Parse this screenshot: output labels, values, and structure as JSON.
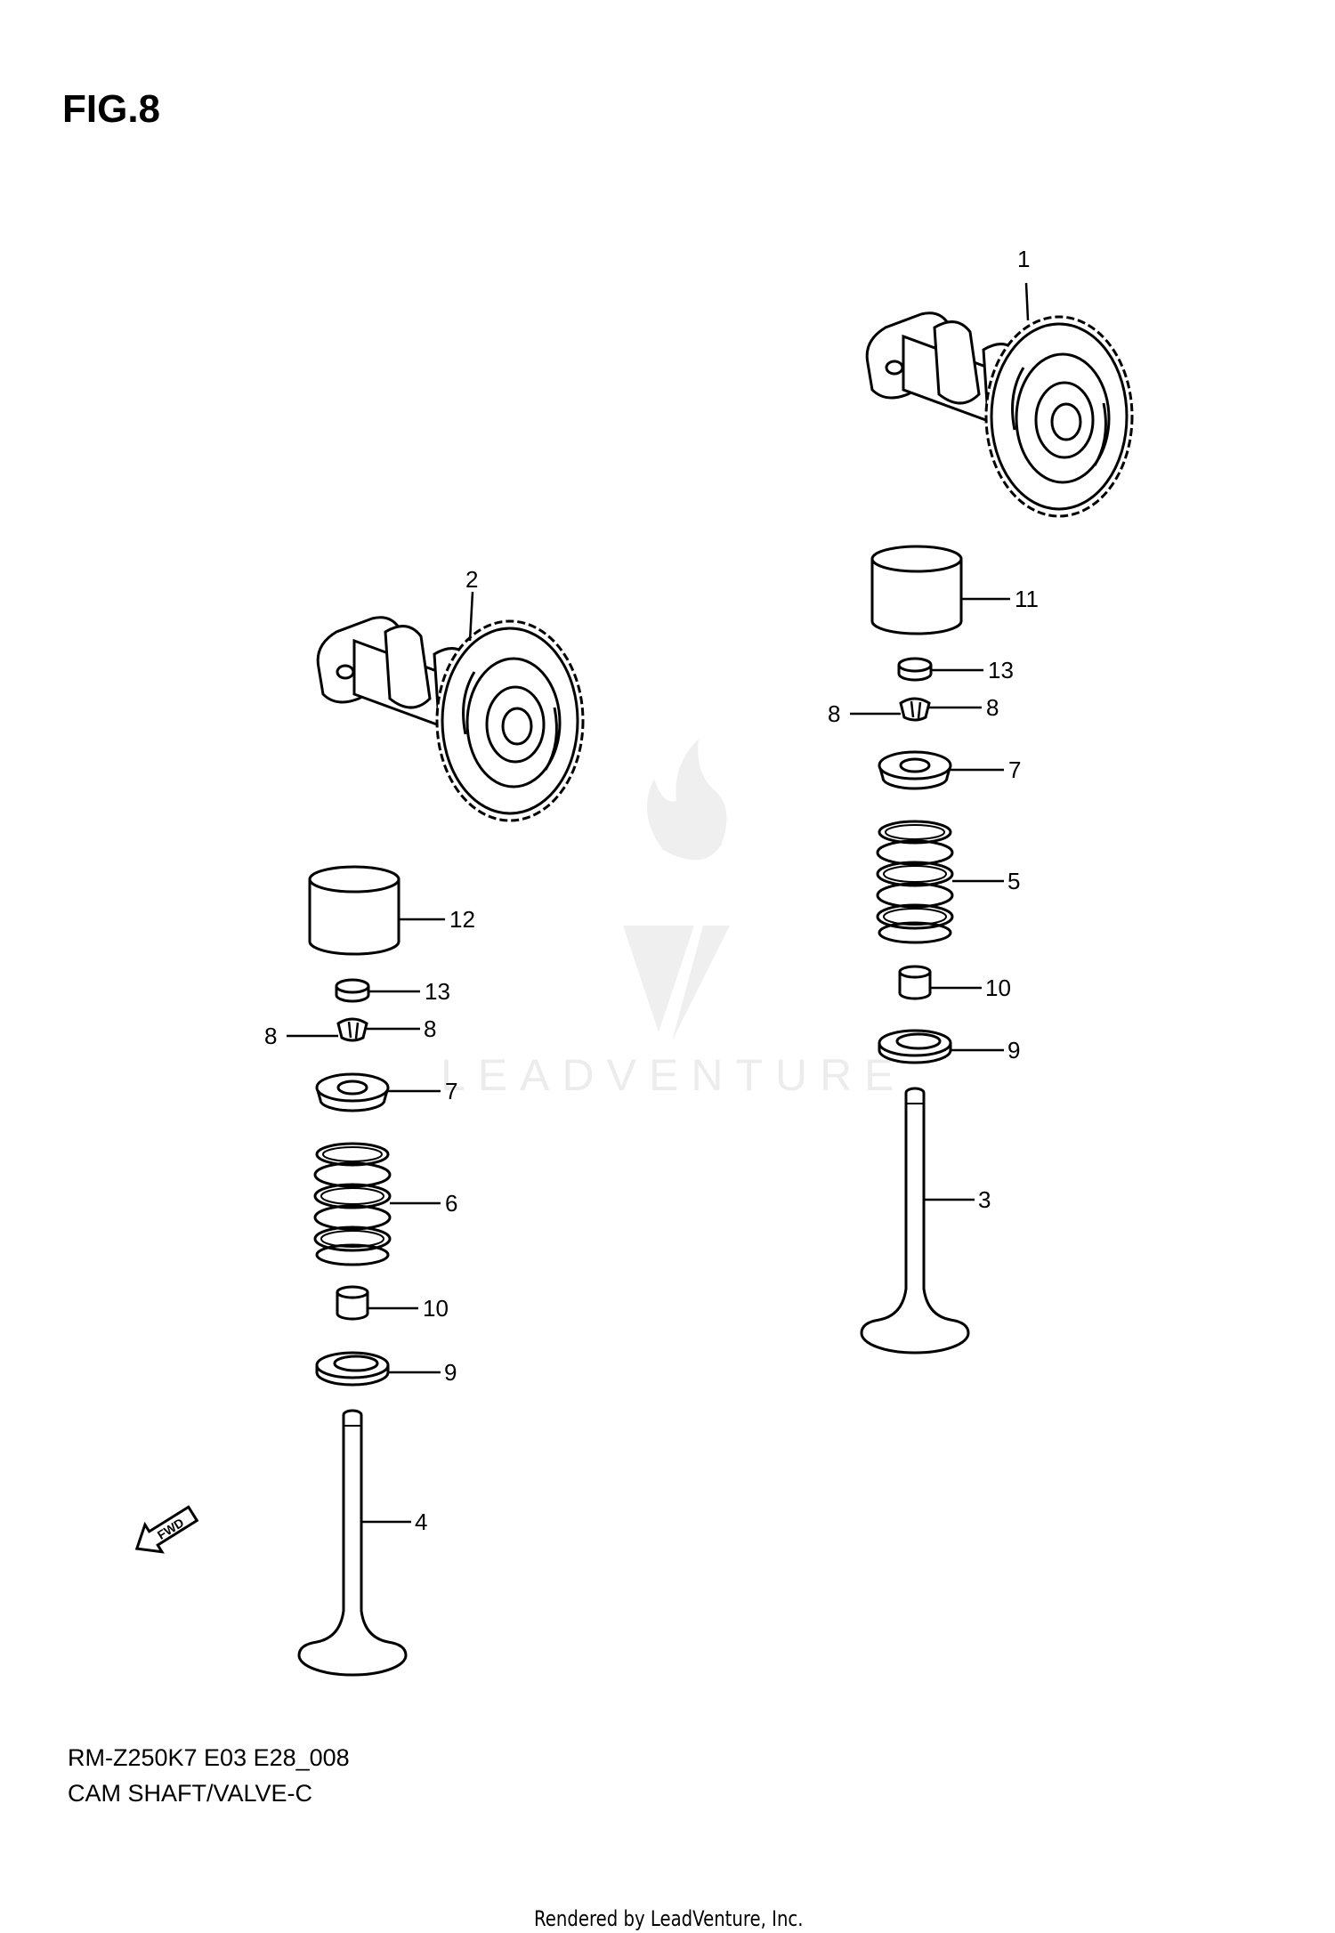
{
  "figure": {
    "title": "FIG.8",
    "code": "RM-Z250K7 E03 E28_008",
    "name": "CAM SHAFT/VALVE-C"
  },
  "watermark": {
    "brand": "LEADVENTURE"
  },
  "footer": {
    "rendered_by": "Rendered by LeadVenture, Inc."
  },
  "callouts": {
    "p1": "1",
    "p2": "2",
    "p3": "3",
    "p4": "4",
    "p5": "5",
    "p6": "6",
    "p7a": "7",
    "p7b": "7",
    "p8a": "8",
    "p8b": "8",
    "p8c": "8",
    "p8d": "8",
    "p9a": "9",
    "p9b": "9",
    "p10a": "10",
    "p10b": "10",
    "p11": "11",
    "p12": "12",
    "p13a": "13",
    "p13b": "13"
  },
  "fwd_arrow": "FWD",
  "colors": {
    "ink": "#000000",
    "watermark": "#ececec",
    "background": "#ffffff"
  }
}
